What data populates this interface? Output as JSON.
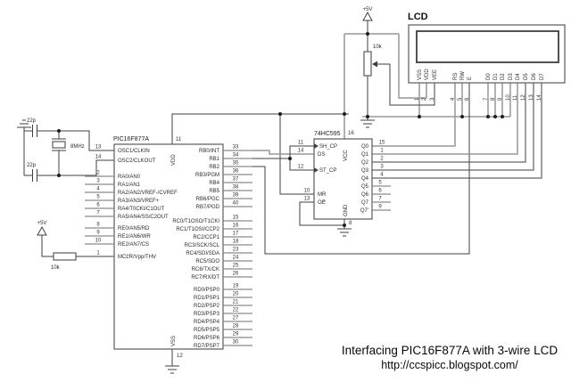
{
  "caption": {
    "line1": "Interfacing PIC16F877A with 3-wire LCD",
    "line2": "http://ccspicc.blogspot.com/"
  },
  "power": {
    "vcc_top_label": "+5V",
    "vcc_mclr_label": "+5V",
    "pot_value": "10k",
    "mclr_resistor_value": "10k"
  },
  "crystal": {
    "cap_top": "22p",
    "cap_bottom": "22p",
    "freq": "8MHz"
  },
  "pic": {
    "title": "PIC16F877A",
    "top_pin": {
      "num": "11",
      "label": "VDD"
    },
    "bottom_pin": {
      "num": "12",
      "label": "VSS"
    },
    "left_pins": [
      {
        "num": "13",
        "label": "OSC1/CLKIN"
      },
      {
        "num": "14",
        "label": "OSC2/CLKOUT"
      },
      {
        "num": "2",
        "label": "RA0/AN0"
      },
      {
        "num": "3",
        "label": "RA1/AN1"
      },
      {
        "num": "4",
        "label": "RA2/AN2/VREF-/CVREF"
      },
      {
        "num": "5",
        "label": "RA3/AN3/VREF+"
      },
      {
        "num": "6",
        "label": "RA4/T0CKI/C1OUT"
      },
      {
        "num": "7",
        "pre": "RA5/AN4/",
        "bar": "SS",
        "post": "/C2OUT"
      },
      {
        "num": "8",
        "pre": "RE0/AN5/",
        "bar": "RD",
        "post": ""
      },
      {
        "num": "9",
        "pre": "RE1/AN6/",
        "bar": "WR",
        "post": ""
      },
      {
        "num": "10",
        "pre": "RE2/AN7/",
        "bar": "CS",
        "post": ""
      },
      {
        "num": "1",
        "pre": "",
        "bar": "MCLR",
        "post": "/Vpp/THV"
      }
    ],
    "right_pins": [
      {
        "num": "33",
        "label": "RB0/INT"
      },
      {
        "num": "34",
        "label": "RB1"
      },
      {
        "num": "35",
        "label": "RB2"
      },
      {
        "num": "36",
        "label": "RB3/PGM"
      },
      {
        "num": "37",
        "label": "RB4"
      },
      {
        "num": "38",
        "label": "RB5"
      },
      {
        "num": "39",
        "label": "RB6/PGC"
      },
      {
        "num": "40",
        "label": "RB7/PGD"
      },
      {
        "num": "15",
        "label": "RC0/T1OSO/T1CKI"
      },
      {
        "num": "16",
        "label": "RC1/T1OSI/CCP2"
      },
      {
        "num": "17",
        "label": "RC2/CCP1"
      },
      {
        "num": "18",
        "label": "RC3/SCK/SCL"
      },
      {
        "num": "23",
        "label": "RC4/SDI/SDA"
      },
      {
        "num": "24",
        "label": "RC5/SDO"
      },
      {
        "num": "25",
        "label": "RC6/TX/CK"
      },
      {
        "num": "26",
        "label": "RC7/RX/DT"
      },
      {
        "num": "19",
        "label": "RD0/PSP0"
      },
      {
        "num": "20",
        "label": "RD1/PSP1"
      },
      {
        "num": "21",
        "label": "RD2/PSP2"
      },
      {
        "num": "22",
        "label": "RD3/PSP3"
      },
      {
        "num": "27",
        "label": "RD4/PSP4"
      },
      {
        "num": "28",
        "label": "RD5/PSP5"
      },
      {
        "num": "29",
        "label": "RD6/PSP6"
      },
      {
        "num": "30",
        "label": "RD7/PSP7"
      }
    ]
  },
  "shift_register": {
    "title": "74HC595",
    "top_pin": {
      "num": "16",
      "label": "VCC"
    },
    "bottom_pin": {
      "num": "8",
      "label": "GND"
    },
    "left_pins": [
      {
        "num": "11",
        "label": "SH_CP"
      },
      {
        "num": "14",
        "label": "DS"
      },
      {
        "num": "12",
        "label": "ST_CP"
      },
      {
        "num": "10",
        "bar": "MR"
      },
      {
        "num": "13",
        "bar": "OE"
      }
    ],
    "right_pins": [
      {
        "num": "15",
        "label": "Q0"
      },
      {
        "num": "1",
        "label": "Q1"
      },
      {
        "num": "2",
        "label": "Q2"
      },
      {
        "num": "3",
        "label": "Q3"
      },
      {
        "num": "4",
        "label": "Q4"
      },
      {
        "num": "5",
        "label": "Q5"
      },
      {
        "num": "6",
        "label": "Q6"
      },
      {
        "num": "7",
        "label": "Q7"
      },
      {
        "num": "9",
        "label": "Q7'"
      }
    ]
  },
  "lcd": {
    "title": "LCD",
    "pins": [
      {
        "num": "1",
        "label": "VSS"
      },
      {
        "num": "2",
        "label": "VDD"
      },
      {
        "num": "3",
        "label": "VEE"
      },
      {
        "num": "4",
        "label": "RS"
      },
      {
        "num": "5",
        "label": "RW"
      },
      {
        "num": "6",
        "label": "E"
      },
      {
        "num": "7",
        "label": "D0"
      },
      {
        "num": "8",
        "label": "D1"
      },
      {
        "num": "9",
        "label": "D2"
      },
      {
        "num": "10",
        "label": "D3"
      },
      {
        "num": "11",
        "label": "D4"
      },
      {
        "num": "12",
        "label": "D5"
      },
      {
        "num": "13",
        "label": "D6"
      },
      {
        "num": "14",
        "label": "D7"
      }
    ]
  }
}
